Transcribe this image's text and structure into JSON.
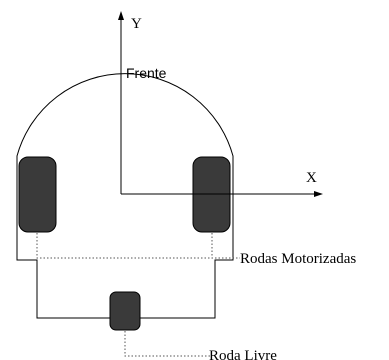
{
  "labels": {
    "y_axis": "Y",
    "x_axis": "X",
    "front": "Frente",
    "motor_wheels": "Rodas Motorizadas",
    "free_wheel": "Roda Livre"
  },
  "colors": {
    "outline": "#000000",
    "wheel_fill": "#3a3a3a",
    "leader_line": "#555555"
  }
}
